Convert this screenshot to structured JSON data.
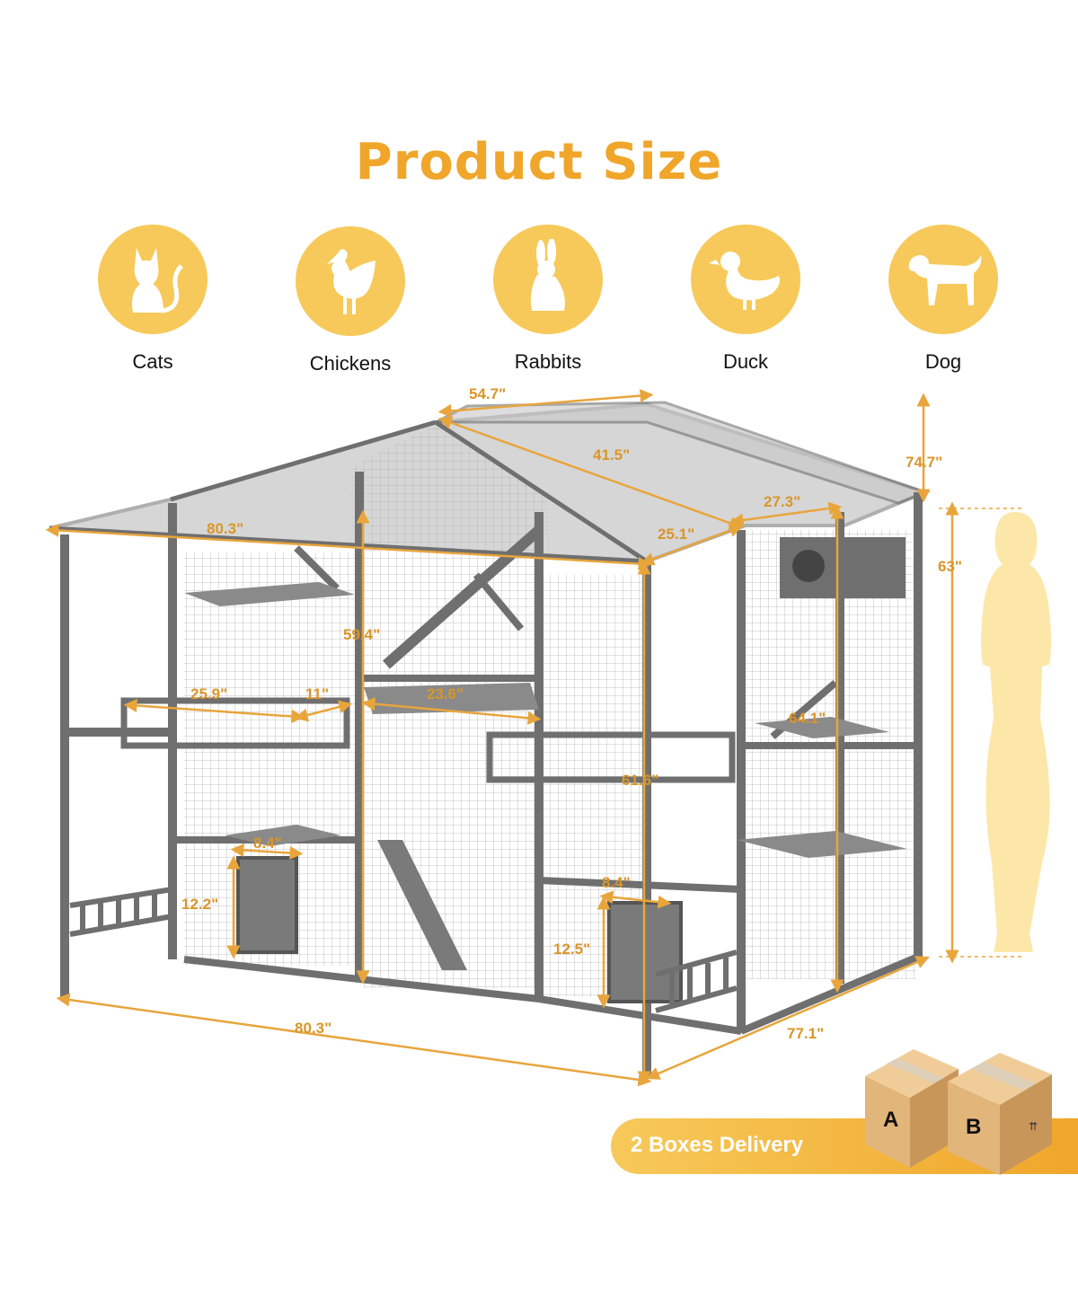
{
  "title": "Product Size",
  "colors": {
    "accent": "#f0a62a",
    "circle": "#f7c95a",
    "dim_line": "#e8a53c",
    "frame": "#6f6f6f",
    "roof": "#9a9a9a",
    "silhouette": "#fde7a8",
    "box": "#e2b57a"
  },
  "animals": [
    {
      "label": "Cats",
      "icon": "cat-icon"
    },
    {
      "label": "Chickens",
      "icon": "chicken-icon"
    },
    {
      "label": "Rabbits",
      "icon": "rabbit-icon"
    },
    {
      "label": "Duck",
      "icon": "duck-icon"
    },
    {
      "label": "Dog",
      "icon": "dog-icon"
    }
  ],
  "dimensions": {
    "roof_width": "54.7\"",
    "roof_slope": "41.5\"",
    "total_height": "74.7\"",
    "side_roof": "27.3\"",
    "side_inner": "25.1\"",
    "front_roof": "80.3\"",
    "person_height": "63\"",
    "inner_height": "59.4\"",
    "shelf_left": "25.9\"",
    "shelf_small": "11\"",
    "shelf_mid": "23.6\"",
    "side_height": "64.1\"",
    "front_height": "61.6\"",
    "door_left_width": "8.4\"",
    "door_left_height": "12.2\"",
    "door_right_width": "8.4\"",
    "door_right_height": "12.5\"",
    "base_length": "80.3\"",
    "base_depth": "77.1\""
  },
  "boxes": [
    "A",
    "B"
  ],
  "delivery": "2 Boxes Delivery"
}
